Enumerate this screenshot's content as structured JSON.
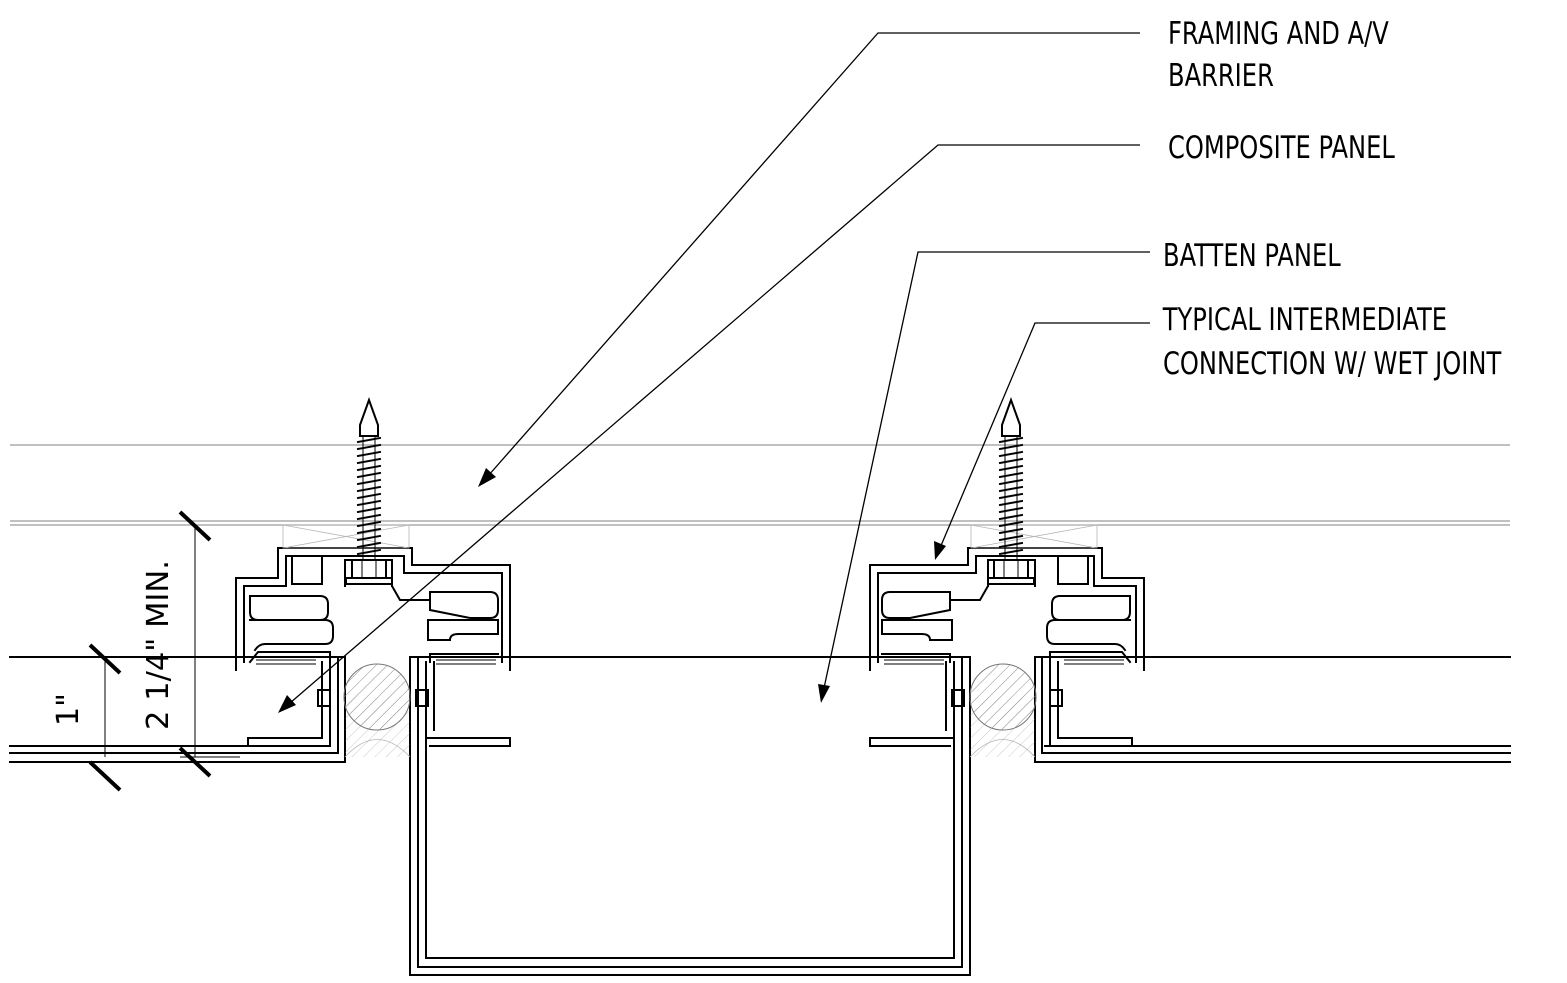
{
  "callouts": {
    "framing_line1": "FRAMING AND A/V",
    "framing_line2": "BARRIER",
    "composite": "COMPOSITE PANEL",
    "batten": "BATTEN PANEL",
    "connection_line1": "TYPICAL INTERMEDIATE",
    "connection_line2": "CONNECTION W/ WET JOINT"
  },
  "dimensions": {
    "outer": "2 1/4\" MIN.",
    "inner": "1\""
  }
}
